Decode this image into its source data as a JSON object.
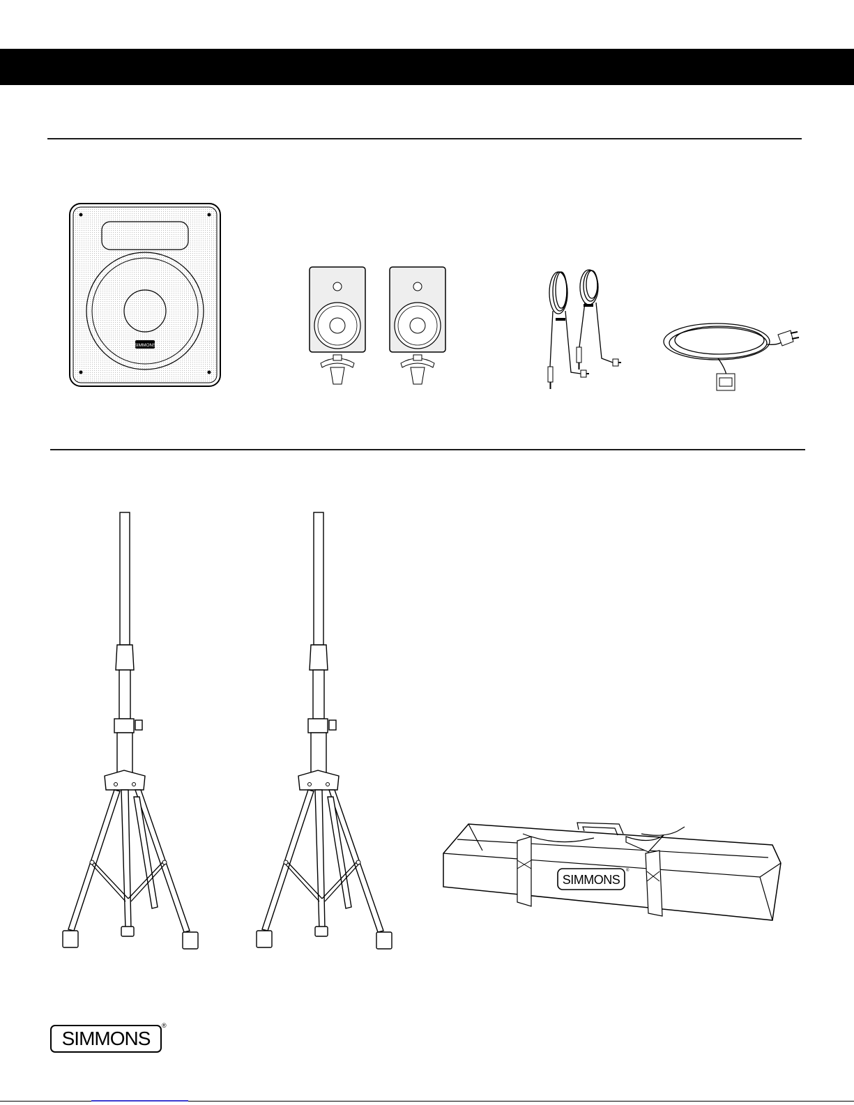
{
  "brand": {
    "name": "SIMMONS",
    "registered_mark": "®"
  },
  "figures": {
    "subwoofer_badge": "SIMMONS",
    "bag_badge": "SIMMONS",
    "bag_badge_mark": "®"
  },
  "colors": {
    "header_bar": "#000000",
    "rule": "#1a1a1a",
    "link_underline": "#3a3ad0",
    "line_art": "#000000"
  },
  "icons": {
    "subwoofer": "subwoofer-icon",
    "satellite_speaker": "satellite-speaker-icon",
    "audio_cables": "audio-cables-icon",
    "power_cord": "power-cord-icon",
    "speaker_stand": "speaker-stand-icon",
    "carry_bag": "carry-bag-icon"
  }
}
